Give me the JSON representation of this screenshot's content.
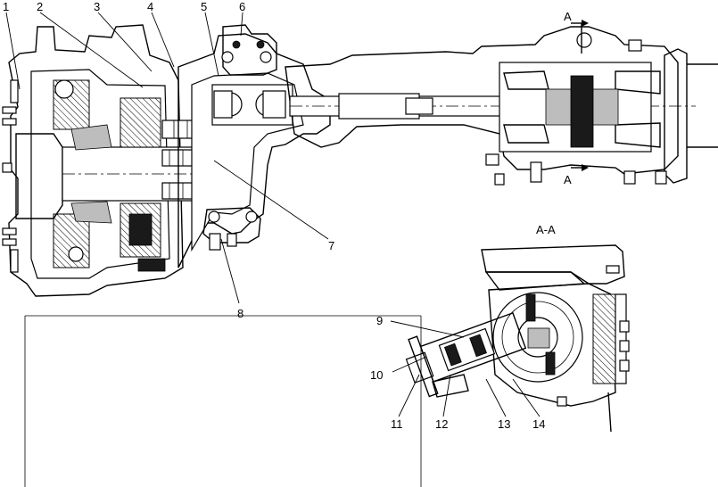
{
  "callouts": [
    "1",
    "2",
    "3",
    "4",
    "5",
    "6",
    "7",
    "8",
    "9",
    "10",
    "11",
    "12",
    "13",
    "14"
  ],
  "section_mark": "A",
  "section_title": "A-A"
}
